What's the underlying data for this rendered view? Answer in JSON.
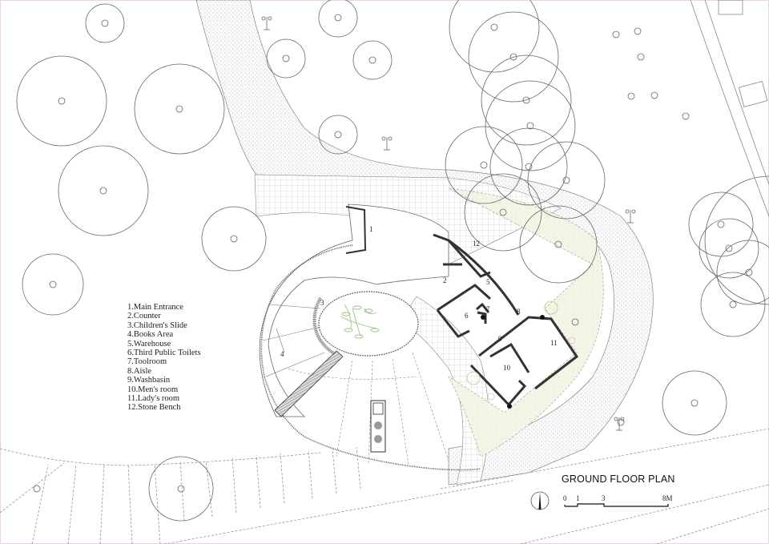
{
  "plan": {
    "title": "GROUND FLOOR PLAN",
    "legend": [
      "1.Main Entrance",
      "2.Counter",
      "3.Children's Slide",
      "4.Books Area",
      "5.Warehouse",
      "6.Third Public Toilets",
      "7.Toolroom",
      "8.Aisle",
      "9.Washbasin",
      "10.Men's room",
      "11.Lady's room",
      "12.Stone Bench"
    ],
    "room_labels": [
      "1",
      "2",
      "3",
      "4",
      "5",
      "6",
      "7",
      "8",
      "9",
      "10",
      "11",
      "12"
    ],
    "scale_bar": {
      "ticks": [
        "0",
        "1",
        "3",
        "8M"
      ]
    },
    "north_arrow": "north-arrow-icon",
    "colors": {
      "line": "#555555",
      "wall": "#333333",
      "lawn": "#f1f5e4",
      "tree_green": "#9cc48a",
      "border": "#e6d3e6"
    }
  }
}
